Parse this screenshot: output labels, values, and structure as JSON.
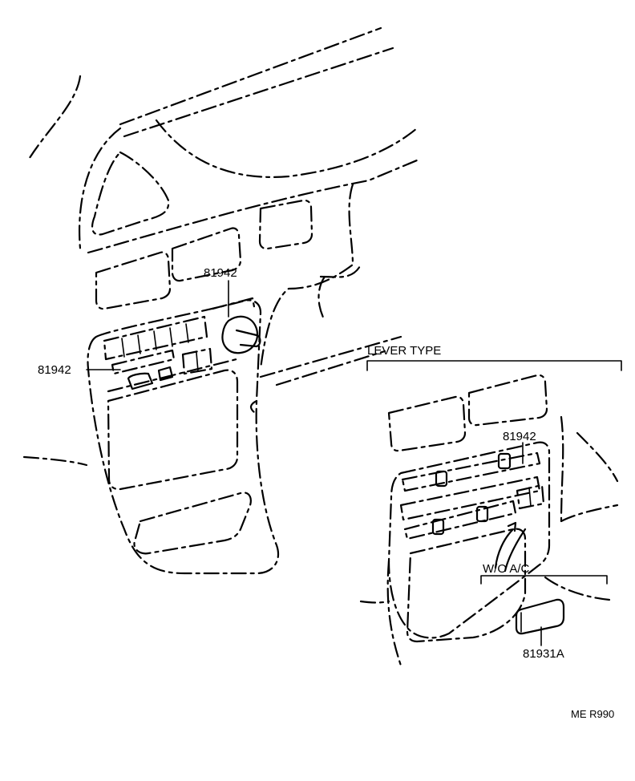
{
  "labels": {
    "part_a": "81942",
    "part_b": "81942",
    "part_c": "81942",
    "part_d": "81931A",
    "lever_type": "LEVER TYPE",
    "wo_ac": "W/O A/C",
    "code": "ME R990"
  }
}
